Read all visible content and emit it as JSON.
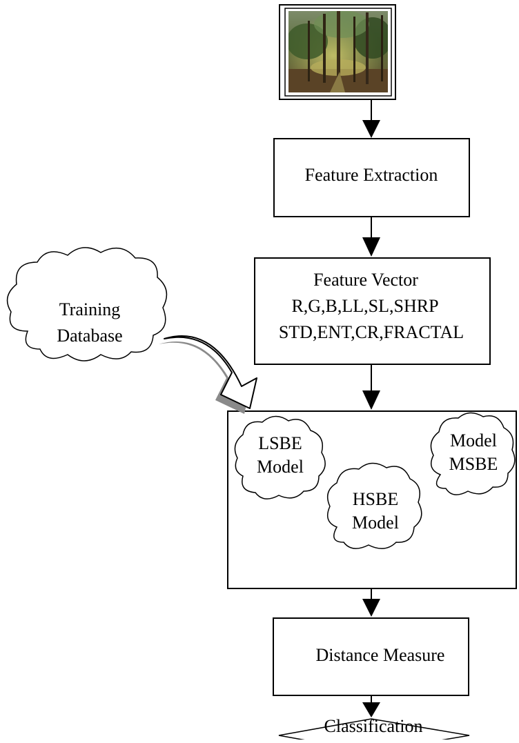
{
  "flowchart": {
    "input_image": {
      "description": "forest scene photo"
    },
    "feature_extraction": {
      "label": "Feature Extraction"
    },
    "feature_vector": {
      "title": "Feature Vector",
      "line1": "R,G,B,LL,SL,SHRP",
      "line2": "STD,ENT,CR,FRACTAL"
    },
    "training_database": {
      "line1": "Training",
      "line2": "Database"
    },
    "models": {
      "lsbe": {
        "line1": "LSBE",
        "line2": "Model"
      },
      "hsbe": {
        "line1": "HSBE",
        "line2": "Model"
      },
      "msbe": {
        "line1": "Model",
        "line2": "MSBE"
      }
    },
    "distance_measure": {
      "label": "Distance Measure"
    },
    "classification": {
      "label": "Classification"
    }
  },
  "colors": {
    "stroke": "#000000",
    "fill": "#ffffff",
    "arrow_shadow": "#8a8a8a"
  }
}
